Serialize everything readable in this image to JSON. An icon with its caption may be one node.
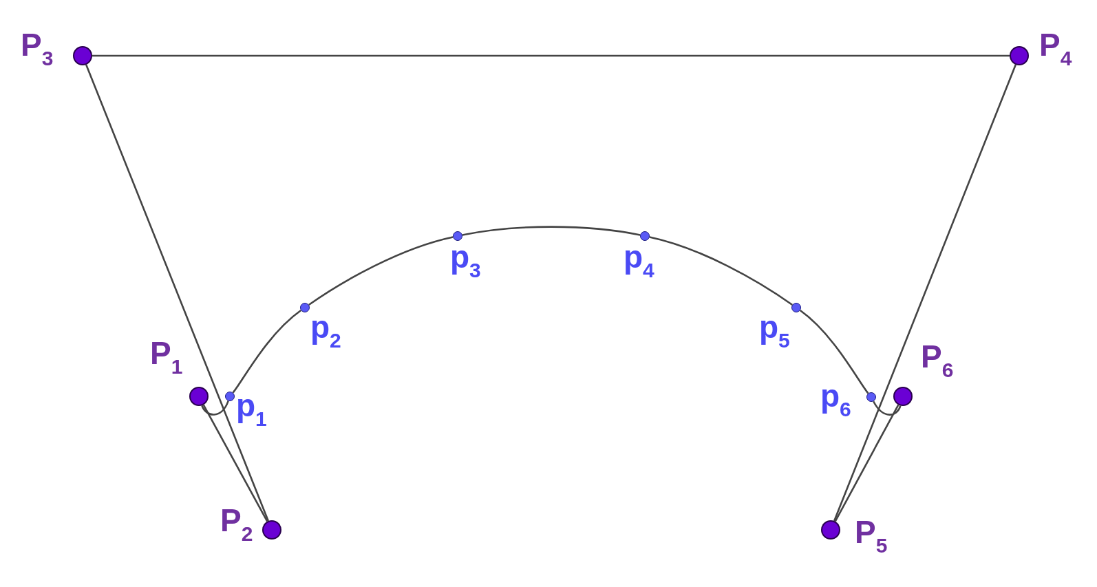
{
  "diagram": {
    "nodes": [
      {
        "text": [
          "P$_{1}$"
        ]
      },
      {
        "text": [
          "P$_{2}$"
        ]
      },
      {
        "text": [
          "P$_{3}$"
        ]
      },
      {
        "text": [
          "P$_{4}$"
        ]
      },
      {
        "text": [
          "P$_{5}$"
        ]
      },
      {
        "text": [
          "P$_{6}$"
        ]
      },
      {
        "text": [
          "p$_{1}$"
        ]
      },
      {
        "text": [
          "p$_{2}$"
        ]
      },
      {
        "text": [
          "p$_{3}$"
        ]
      },
      {
        "text": [
          "p$_{4}$"
        ]
      },
      {
        "text": [
          "p$_{5}$"
        ]
      },
      {
        "text": [
          "p$_{6}$"
        ]
      }
    ],
    "edges": [
      {
        "from": 0,
        "to": 1,
        "arrow": "none"
      },
      {
        "from": 1,
        "to": 2,
        "arrow": "none"
      },
      {
        "from": 2,
        "to": 3,
        "arrow": "none"
      },
      {
        "from": 3,
        "to": 4,
        "arrow": "none"
      },
      {
        "from": 4,
        "to": 5,
        "arrow": "none"
      },
      {
        "from": 0,
        "to": 6,
        "arrow": "none"
      },
      {
        "from": 6,
        "to": 7,
        "arrow": "none"
      },
      {
        "from": 7,
        "to": 8,
        "arrow": "none"
      },
      {
        "from": 8,
        "to": 9,
        "arrow": "none"
      },
      {
        "from": 9,
        "to": 10,
        "arrow": "none"
      },
      {
        "from": 10,
        "to": 11,
        "arrow": "none"
      },
      {
        "from": 11,
        "to": 5,
        "arrow": "none"
      }
    ]
  }
}
